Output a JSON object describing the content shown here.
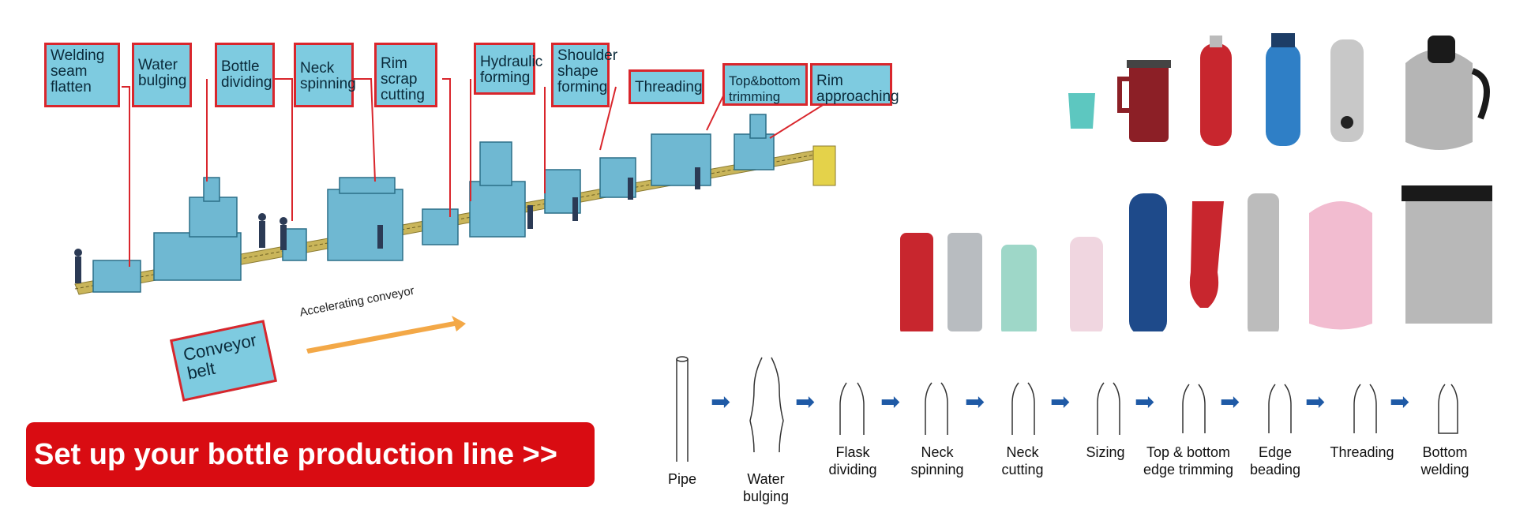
{
  "callouts": [
    "Welding\nseam\nflatten",
    "Water\nbulging",
    "Bottle\ndividing",
    "Neck\nspinning",
    "Rim\nscrap\ncutting",
    "Hydraulic\nforming",
    "Shoulder\nshape\nforming",
    "Threading",
    "Top&bottom\ntrimming",
    "Rim\napproaching"
  ],
  "conveyor_label": "Conveyor\nbelt",
  "accelerating_label": "Accelerating conveyor",
  "cta_label": "Set up your bottle production line >>",
  "process_steps": [
    "Pipe",
    "Water\nbulging",
    "Flask\ndividing",
    "Neck\nspinning",
    "Neck\ncutting",
    "Sizing",
    "Top & bottom\nedge trimming",
    "Edge\nbeading",
    "Threading",
    "Bottom\nwelding"
  ],
  "colors": {
    "callout_fill": "#7ecbe0",
    "callout_border": "#d9262c",
    "cta_fill": "#d90c12",
    "arrow_blue": "#1f5aa6",
    "machine_blue": "#6fb8d2",
    "conveyor": "#c9b55a"
  }
}
